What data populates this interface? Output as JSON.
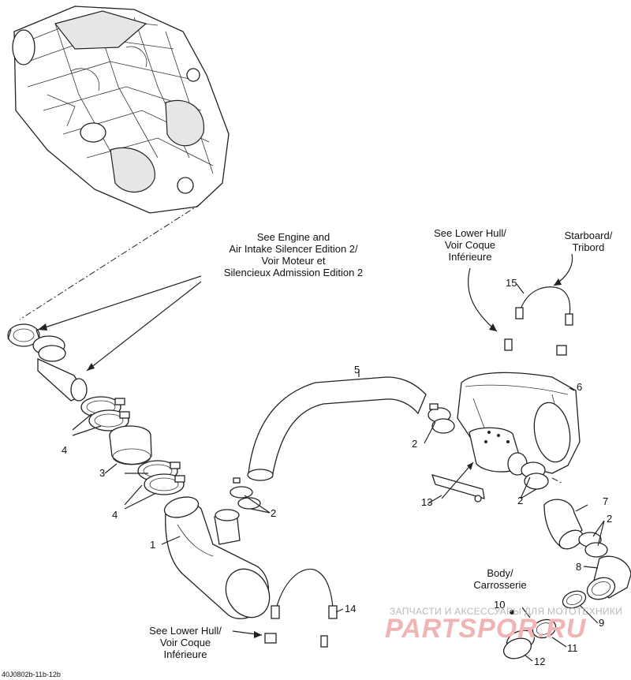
{
  "callouts": {
    "see_engine": "See Engine and\nAir Intake Silencer Edition 2/\nVoir Moteur et\nSilencieux Admission Edition 2",
    "see_lower_hull_top": "See Lower Hull/\nVoir Coque\nInférieure",
    "starboard": "Starboard/\nTribord",
    "body": "Body/\nCarrosserie",
    "see_lower_hull_bottom": "See Lower Hull/\nVoir Coque\nInférieure"
  },
  "part_numbers": {
    "p1": "1",
    "p2a": "2",
    "p2b": "2",
    "p2c": "2",
    "p2d": "2",
    "p3": "3",
    "p4a": "4",
    "p4b": "4",
    "p5": "5",
    "p6": "6",
    "p7": "7",
    "p8": "8",
    "p9": "9",
    "p10": "10",
    "p11": "11",
    "p12": "12",
    "p13": "13",
    "p14": "14",
    "p15": "15"
  },
  "reference_code": "40J0802b-11b-12b",
  "watermark": {
    "line1": "ЗАПЧАСТИ И АКСЕССУАРЫ ДЛЯ МОТОТЕХНИКИ",
    "line2": "PARTSPOR.RU"
  }
}
